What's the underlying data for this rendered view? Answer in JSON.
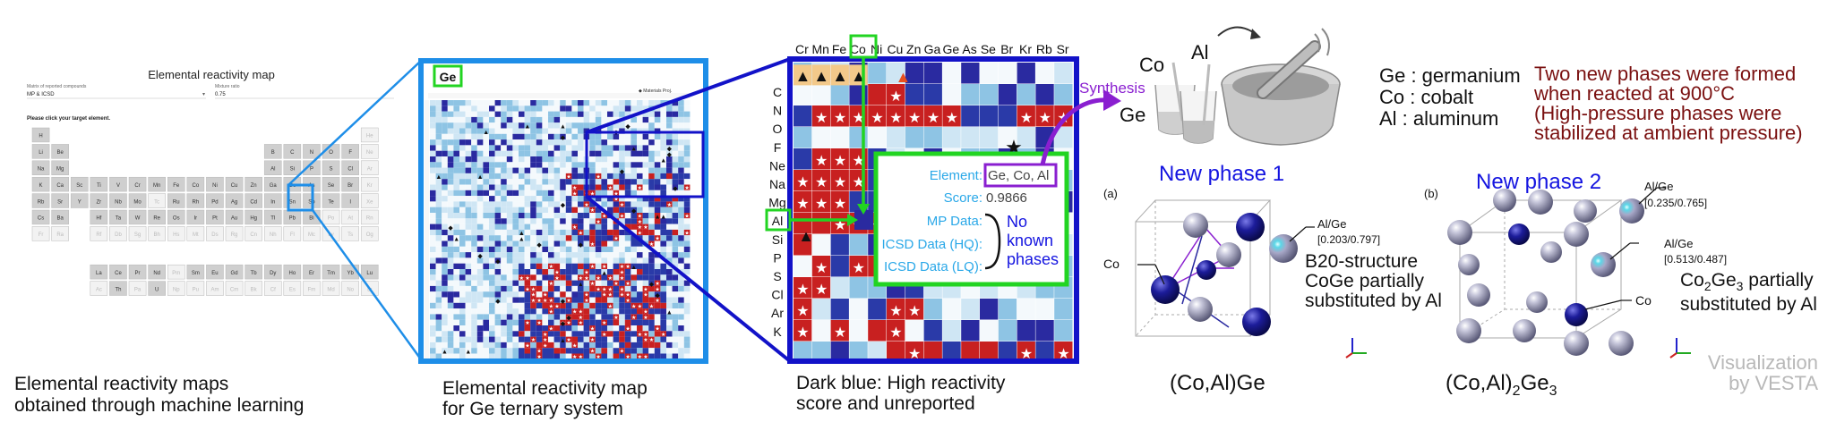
{
  "panel1": {
    "title": "Elemental reactivity map",
    "field_label_left": "Matrix of reported compounds",
    "field_value_left": "MP & ICSD",
    "field_label_right": "Mixture ratio",
    "field_value_right": "0.75",
    "instruction": "Please click your target element.",
    "caption_line1": "Elemental reactivity maps",
    "caption_line2": "obtained through machine learning",
    "elements": [
      "H",
      "He",
      "Li",
      "Be",
      "B",
      "C",
      "N",
      "O",
      "F",
      "Ne",
      "Na",
      "Mg",
      "Al",
      "Si",
      "P",
      "S",
      "Cl",
      "Ar",
      "K",
      "Ca",
      "Sc",
      "Ti",
      "V",
      "Cr",
      "Mn",
      "Fe",
      "Co",
      "Ni",
      "Cu",
      "Zn",
      "Ga",
      "Ge",
      "As",
      "Se",
      "Br",
      "Kr",
      "Rb",
      "Sr",
      "Y",
      "Zr",
      "Nb",
      "Mo",
      "Tc",
      "Ru",
      "Rh",
      "Pd",
      "Ag",
      "Cd",
      "In",
      "Sn",
      "Sb",
      "Te",
      "I",
      "Xe",
      "Cs",
      "Ba",
      "Hf",
      "Ta",
      "W",
      "Re",
      "Os",
      "Ir",
      "Pt",
      "Au",
      "Hg",
      "Tl",
      "Pb",
      "Bi",
      "Po",
      "At",
      "Rn",
      "Fr",
      "Ra",
      "Rf",
      "Db",
      "Sg",
      "Bh",
      "Hs",
      "Mt",
      "Ds",
      "Rg",
      "Cn",
      "Nh",
      "Fl",
      "Mc",
      "Lv",
      "Ts",
      "Og",
      "La",
      "Ce",
      "Pr",
      "Nd",
      "Pm",
      "Sm",
      "Eu",
      "Gd",
      "Tb",
      "Dy",
      "Ho",
      "Er",
      "Tm",
      "Yb",
      "Lu",
      "Ac",
      "Th",
      "Pa",
      "U",
      "Np",
      "Pu",
      "Am",
      "Cm",
      "Bk",
      "Cf",
      "Es",
      "Fm",
      "Md",
      "No",
      "Lr"
    ]
  },
  "panel2": {
    "target_element": "Ge",
    "legend_text": "◆ Materials Proj.",
    "caption_line1": "Elemental reactivity map",
    "caption_line2": "for Ge ternary system"
  },
  "panel3": {
    "column_labels": [
      "Cr",
      "Mn",
      "Fe",
      "Co",
      "Ni",
      "Cu",
      "Zn",
      "Ga",
      "Ge",
      "As",
      "Se",
      "Br",
      "Kr",
      "Rb",
      "Sr"
    ],
    "row_labels": [
      "C",
      "N",
      "O",
      "F",
      "Ne",
      "Na",
      "Mg",
      "Al",
      "Si",
      "P",
      "S",
      "Cl",
      "Ar",
      "K"
    ],
    "highlight_column": "Co",
    "highlight_row": "Al",
    "tooltip": {
      "element_label": "Element:",
      "element_value": "Ge, Co, Al",
      "score_label": "Score:",
      "score_value": "0.9866",
      "mp_label": "MP Data:",
      "icsd_hq_label": "ICSD Data (HQ):",
      "icsd_lq_label": "ICSD Data (LQ):"
    },
    "no_known_line1": "No",
    "no_known_line2": "known",
    "no_known_line3": "phases",
    "synthesis_label": "Synthesis",
    "caption_line1": "Dark blue: High reactivity",
    "caption_line2": "score and unreported"
  },
  "panel4": {
    "label_co": "Co",
    "label_al": "Al",
    "label_ge": "Ge",
    "legend_ge": "Ge : germanium",
    "legend_co": "Co : cobalt",
    "legend_al": "Al : aluminum",
    "result_line1": "Two new phases were formed",
    "result_line2": "when reacted at 900°C",
    "result_line3": "(High-pressure phases were",
    "result_line4": "stabilized at ambient pressure)",
    "phase1_title": "New phase 1",
    "phase1_tag": "(a)",
    "phase1_site_label": "Al/Ge",
    "phase1_site_ratio": "[0.203/0.797]",
    "phase1_co_label": "Co",
    "phase1_desc_line1": "B20-structure",
    "phase1_desc_line2": "CoGe partially",
    "phase1_desc_line3": "substituted by Al",
    "phase1_formula": "(Co,Al)Ge",
    "phase2_title": "New phase 2",
    "phase2_tag": "(b)",
    "phase2_site1_label": "Al/Ge",
    "phase2_site1_ratio": "[0.235/0.765]",
    "phase2_site2_label": "Al/Ge",
    "phase2_site2_ratio": "[0.513/0.487]",
    "phase2_co_label": "Co",
    "phase2_desc_line1a": "Co",
    "phase2_desc_sub1": "2",
    "phase2_desc_line1b": "Ge",
    "phase2_desc_sub2": "3",
    "phase2_desc_line1c": " partially",
    "phase2_desc_line2": "substituted by Al",
    "phase2_formula_a": "(Co,Al)",
    "phase2_formula_sub1": "2",
    "phase2_formula_b": "Ge",
    "phase2_formula_sub2": "3",
    "vesta_line1": "Visualization",
    "vesta_line2": "by VESTA"
  },
  "colors": {
    "panel2_frame": "#1e8ee8",
    "panel3_frame": "#1212c8",
    "highlight_green": "#22d422",
    "synthesis_purple": "#8a1fd0",
    "dark_red_text": "#7a1010",
    "phase_blue": "#1414e0",
    "heat_dark_blue": "#2a2aa0",
    "heat_red": "#c82020",
    "co_atom": "#1a1a8a",
    "alge_atom": "#9a9ab4"
  }
}
